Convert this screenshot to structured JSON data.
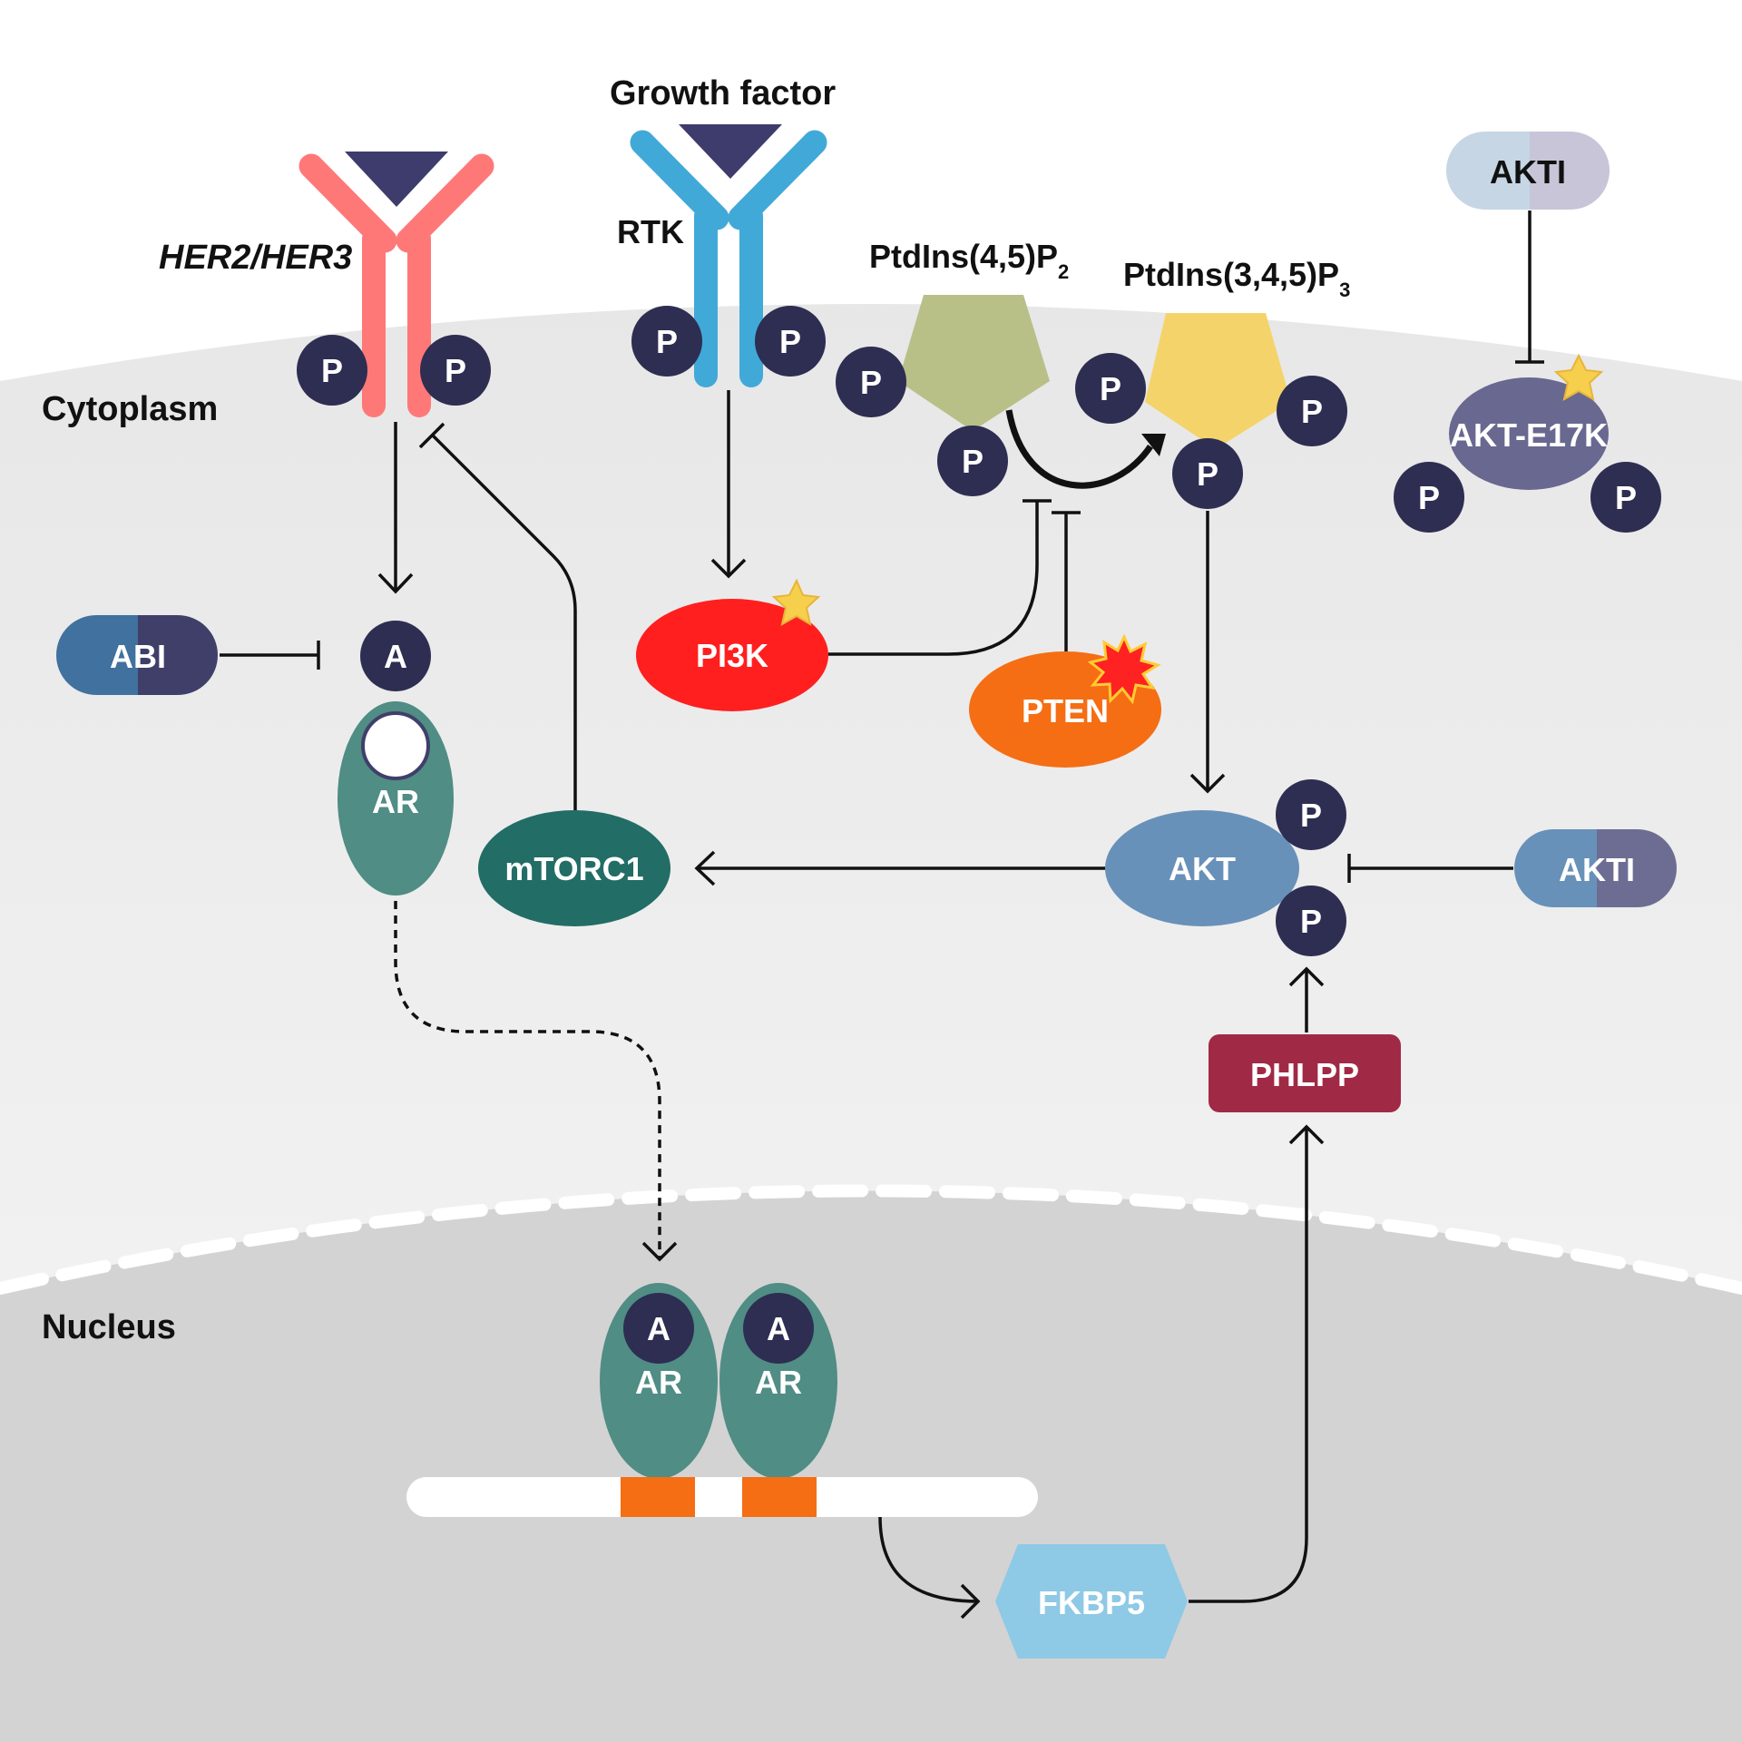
{
  "compartments": {
    "cytoplasm": "Cytoplasm",
    "nucleus": "Nucleus"
  },
  "receptors": {
    "her2": {
      "label": "HER2/HER3",
      "color": "#ff7878"
    },
    "rtk": {
      "label": "RTK",
      "color": "#41a9d8"
    },
    "growth_factor": "Growth factor"
  },
  "lipids": {
    "pip2": {
      "base": "PtdIns(4,5)P",
      "sub": "2",
      "color": "#b8c088"
    },
    "pip3": {
      "base": "PtdIns(3,4,5)P",
      "sub": "3",
      "color": "#f4d46a"
    }
  },
  "nodes": {
    "phospho": "P",
    "androgen": "A",
    "ar": "AR",
    "abi": "ABI",
    "pi3k": "PI3K",
    "pten": "PTEN",
    "mtorc1": "mTORC1",
    "akt": "AKT",
    "akti": "AKTI",
    "akt_e17k": "AKT-E17K",
    "phlpp": "PHLPP",
    "fkbp5": "FKBP5"
  },
  "colors": {
    "phospho": "#2e2d52",
    "ar": "#508d84",
    "mtorc1": "#226d66",
    "pi3k": "#ff1f1f",
    "pten": "#f56e14",
    "akt": "#6891b9",
    "akt_e17k": "#686890",
    "phlpp": "#a02a45",
    "fkbp5": "#8ec9e6",
    "dna_site": "#f56e14"
  }
}
